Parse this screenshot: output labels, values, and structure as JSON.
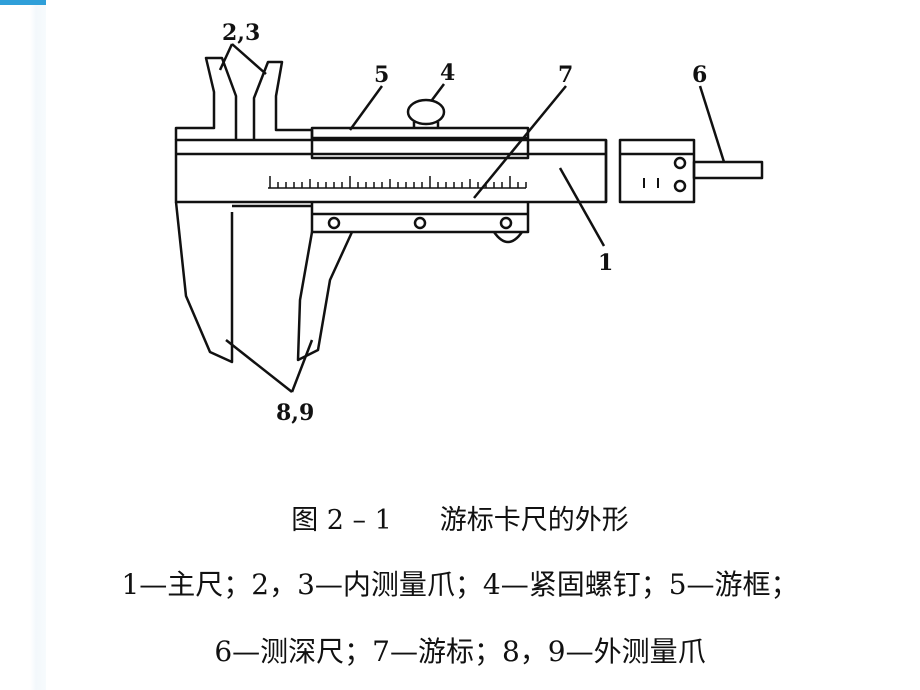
{
  "labels": {
    "inner_jaws": "2,3",
    "vernier_frame": "5",
    "locking_screw": "4",
    "vernier_scale": "7",
    "depth_rod": "6",
    "main_scale": "1",
    "outer_jaws": "8,9"
  },
  "caption": {
    "figure_number": "图 2 – 1",
    "title": "游标卡尺的外形",
    "legend_line_1": "1—主尺；2，3—内测量爪；4—紧固螺钉；5—游框；",
    "legend_line_2": "6—测深尺；7—游标；8，9—外测量爪"
  },
  "colors": {
    "ink": "#111111",
    "accent": "#2f9fd9"
  }
}
